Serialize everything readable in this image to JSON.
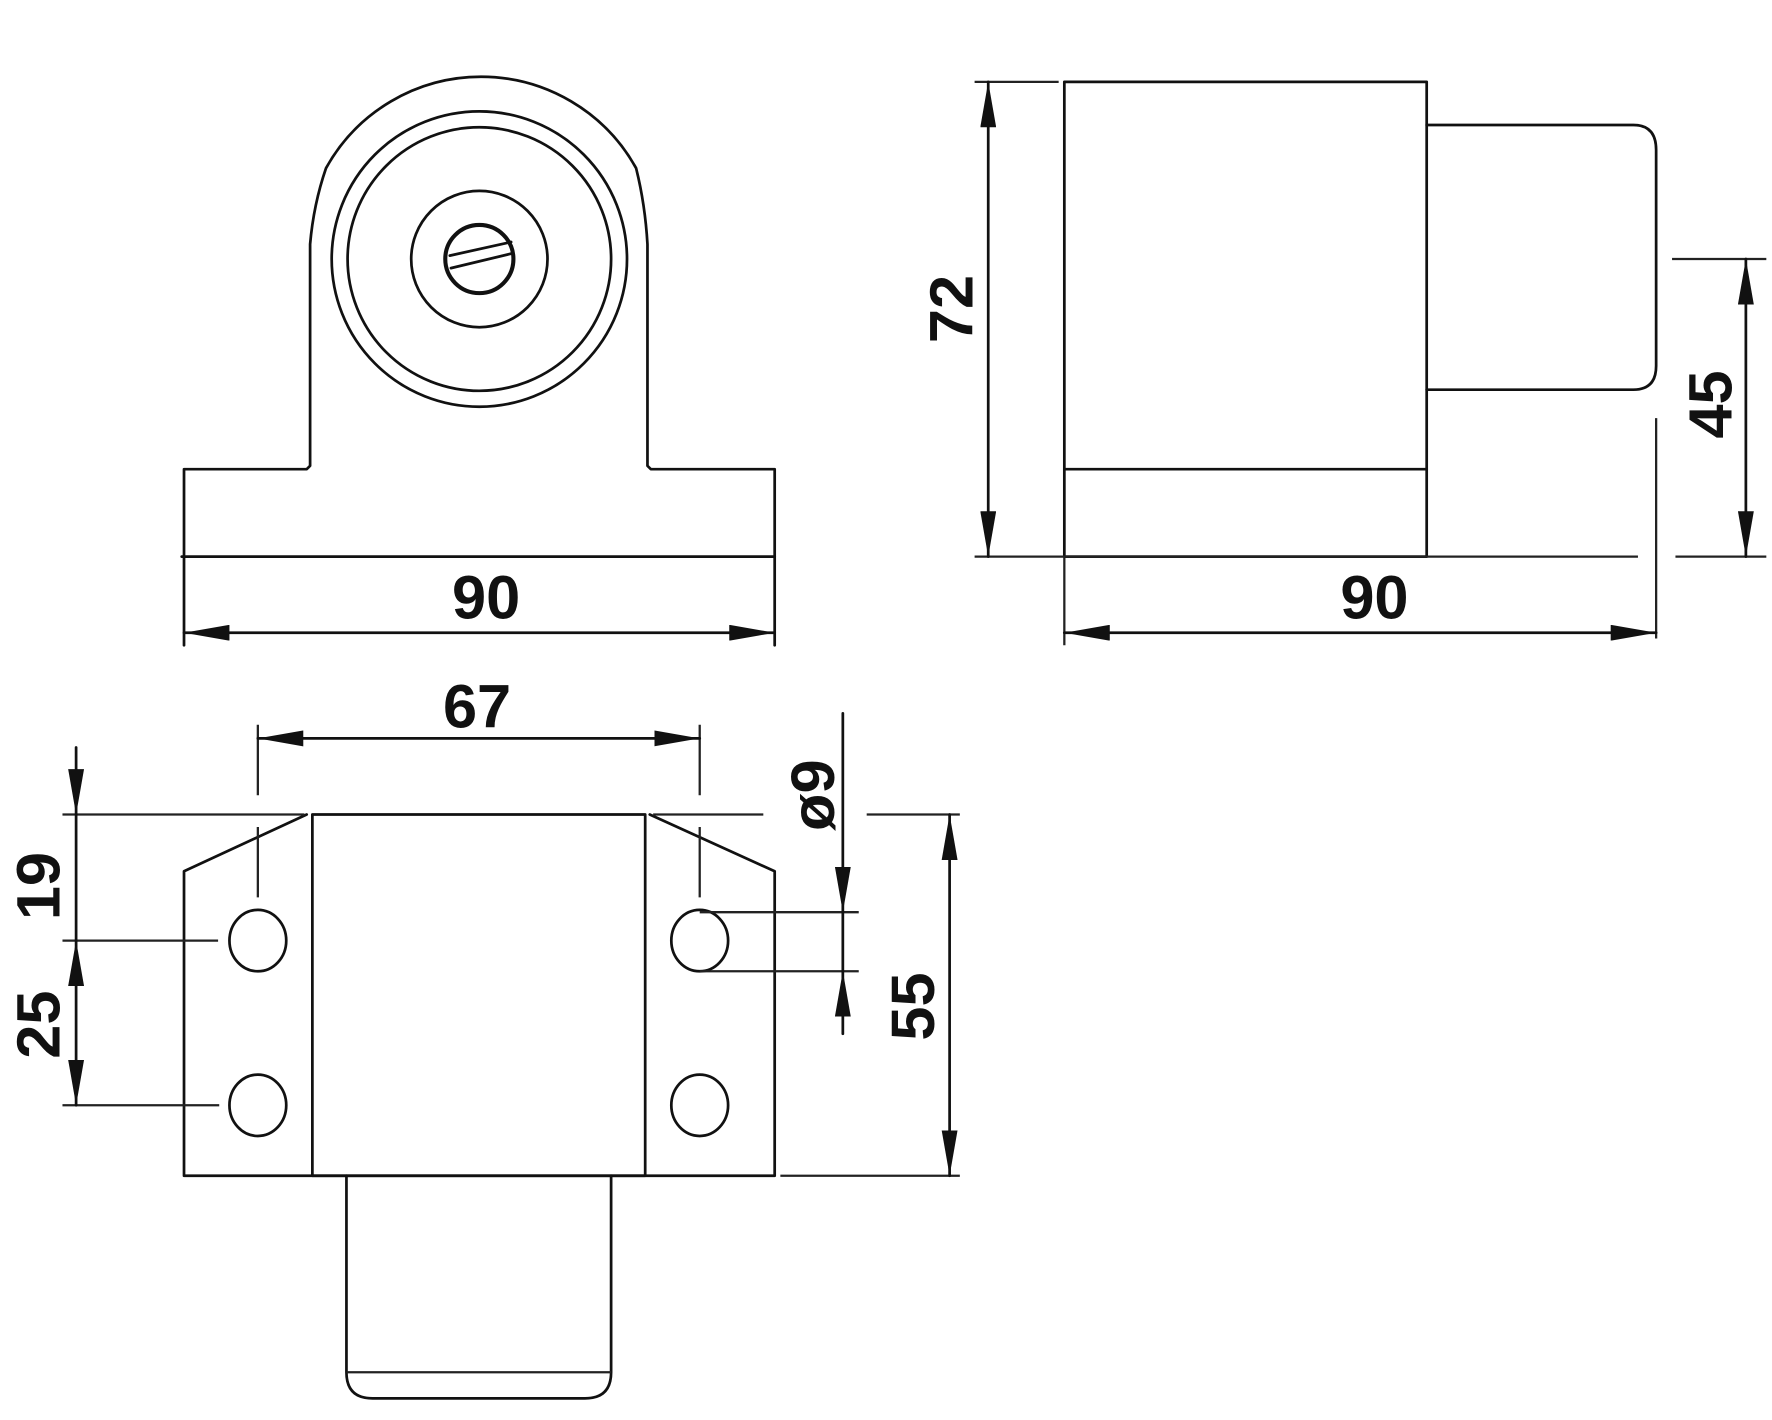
{
  "drawing": {
    "front_view": {
      "width_label": "90"
    },
    "side_view": {
      "height_label": "72",
      "width_label": "90",
      "protrusion_label": "45"
    },
    "bottom_view": {
      "hole_spacing_label": "67",
      "hole_offset_label": "19",
      "hole_pitch_label": "25",
      "depth_label": "55",
      "hole_diameter_label": "ø9"
    },
    "line_color": "#111111"
  }
}
